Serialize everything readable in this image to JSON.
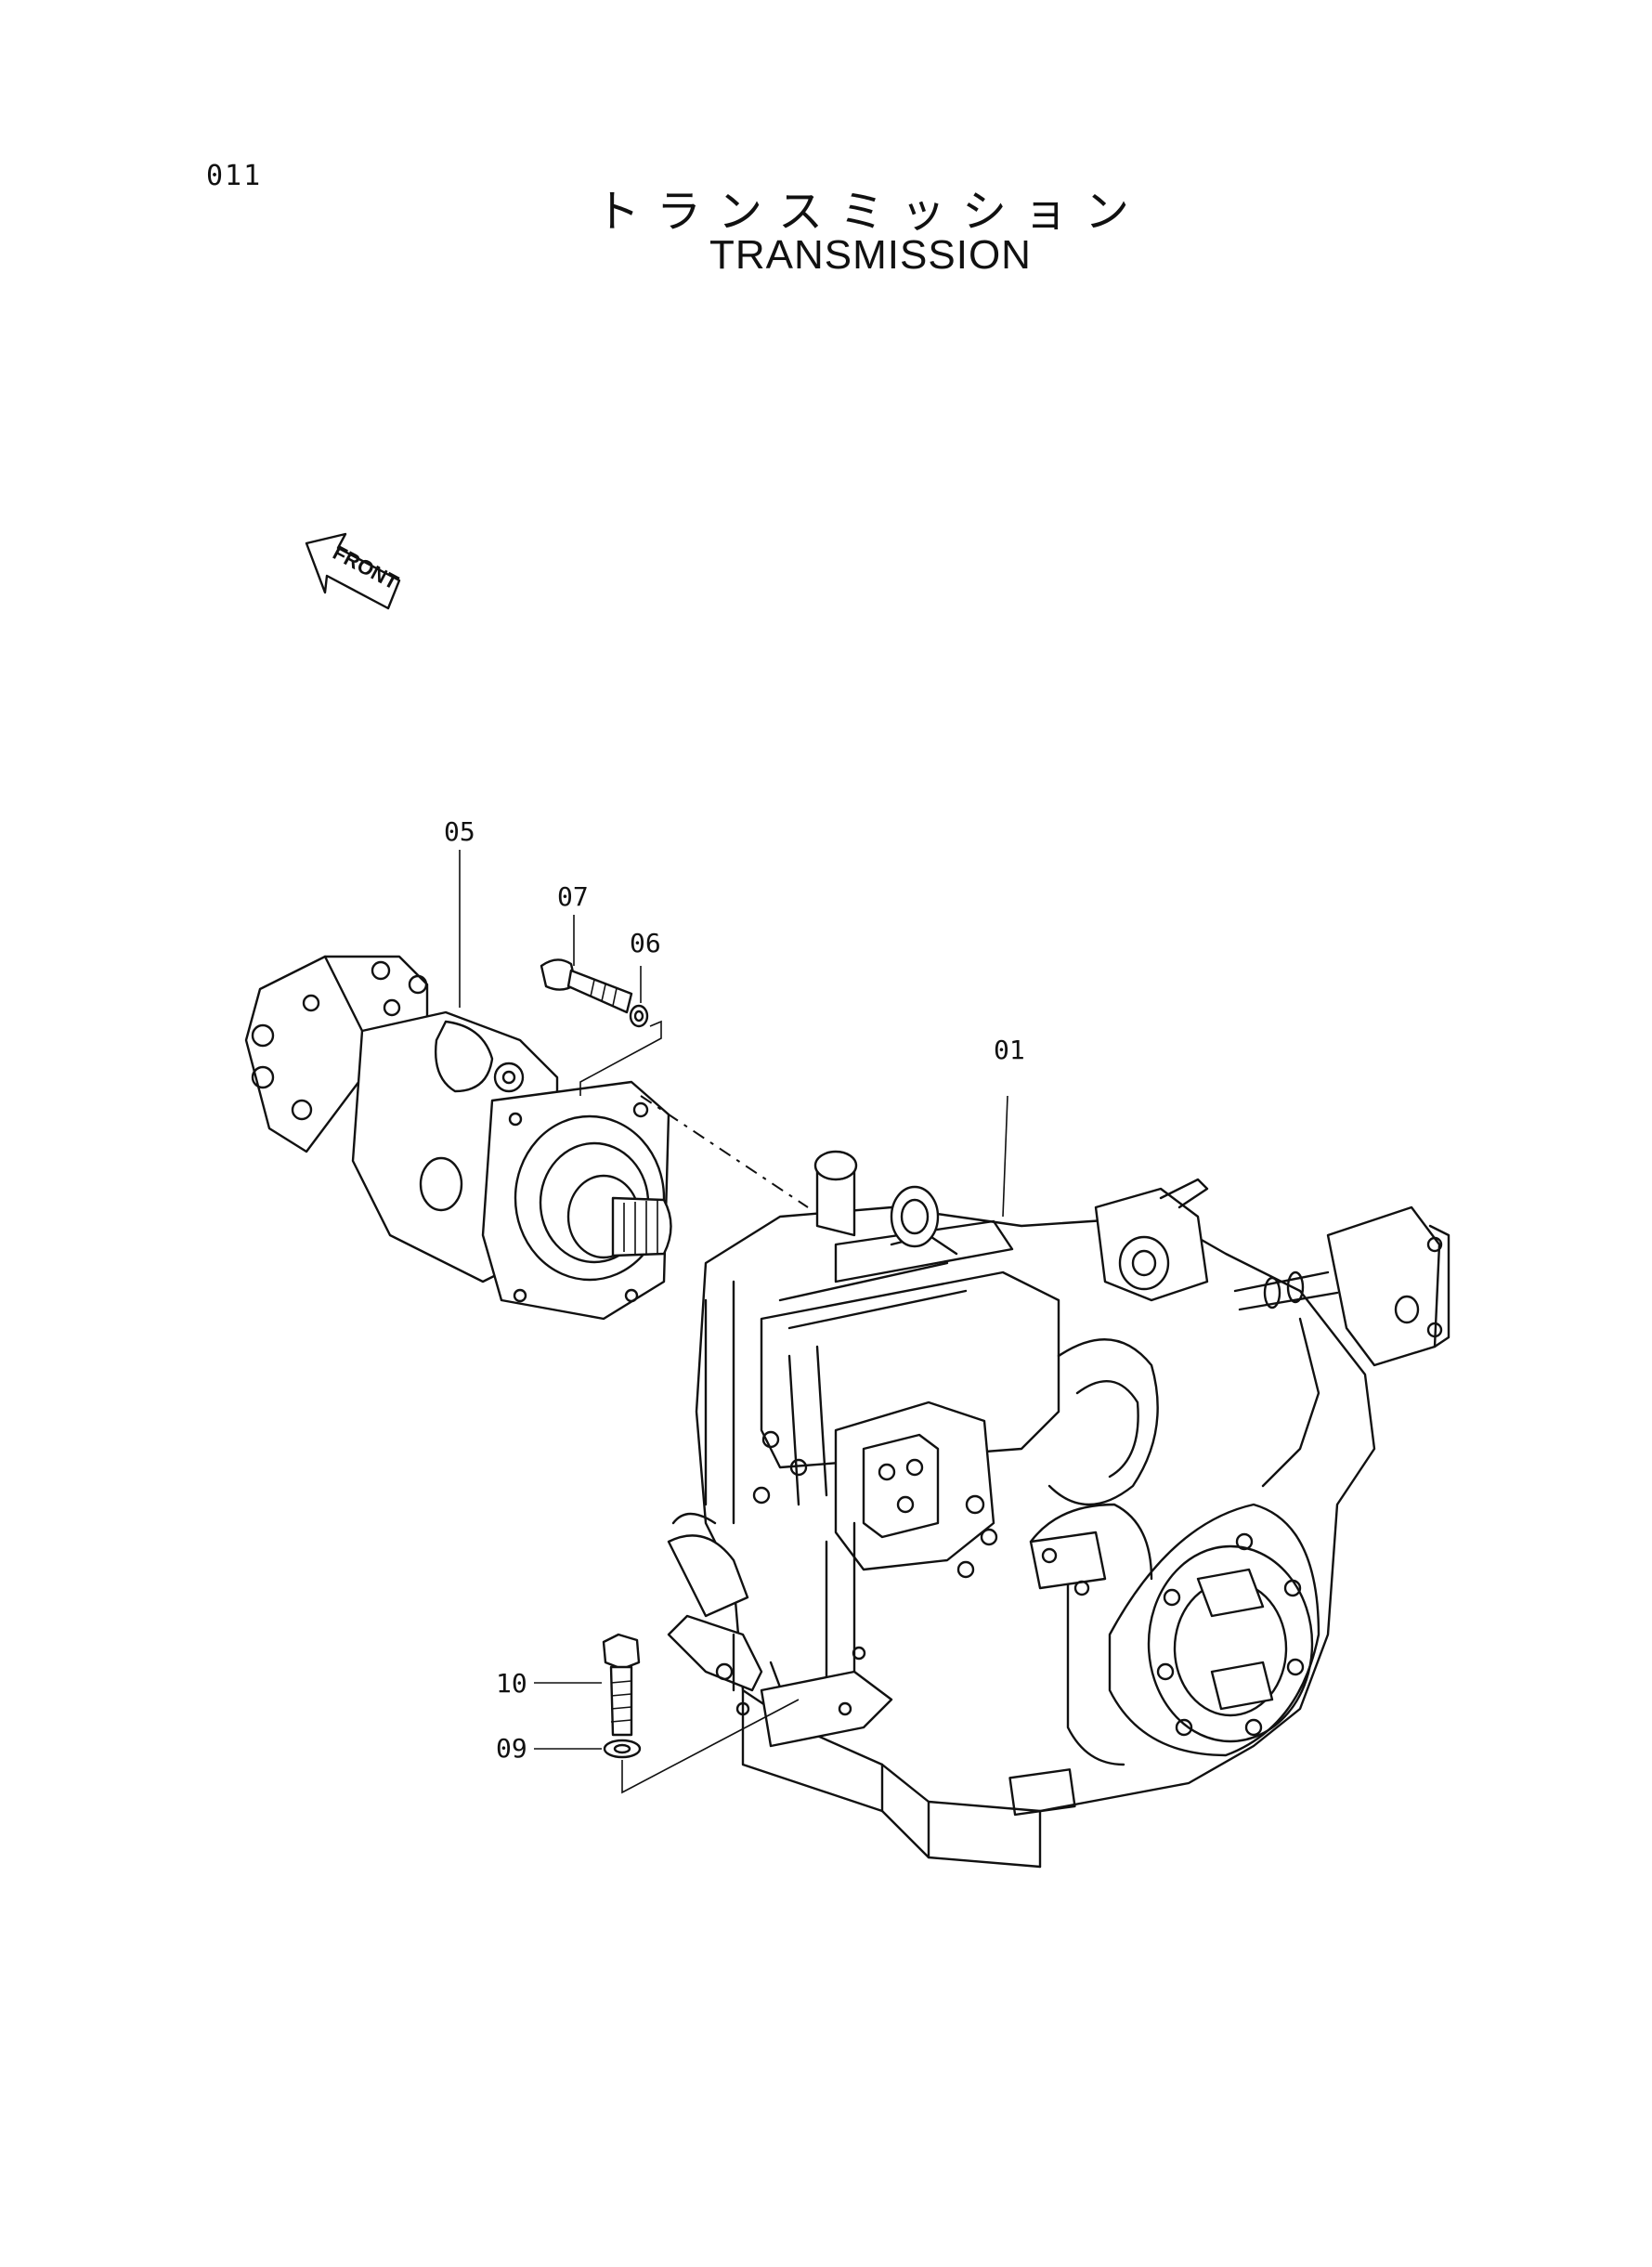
{
  "page": {
    "code": "011"
  },
  "title": {
    "japanese": "トランスミッション",
    "english": "TRANSMISSION"
  },
  "orientation": {
    "label": "FRONT"
  },
  "callouts": {
    "c05": "05",
    "c07": "07",
    "c06": "06",
    "c01": "01",
    "c10": "10",
    "c09": "09"
  }
}
